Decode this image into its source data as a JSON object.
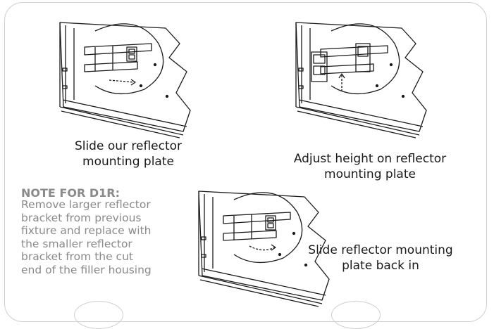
{
  "steps": [
    {
      "caption": "Slide our reflector\nmounting plate",
      "illustration": "fixture-bracket-slide-in"
    },
    {
      "caption": "Adjust height on reflector\nmounting plate",
      "illustration": "fixture-bracket-adjust-height"
    },
    {
      "caption": "Slide reflector mounting\nplate back in",
      "illustration": "fixture-bracket-slide-back"
    }
  ],
  "note": {
    "title": "NOTE FOR D1R:",
    "body": "Remove larger reflector\nbracket from previous\nfixture and replace with\nthe smaller reflector\nbracket from the cut\nend of the filler housing"
  },
  "colors": {
    "note_text": "#8a8a8a",
    "frame": "#cfcfcf",
    "line_art": "#1a1a1a"
  }
}
